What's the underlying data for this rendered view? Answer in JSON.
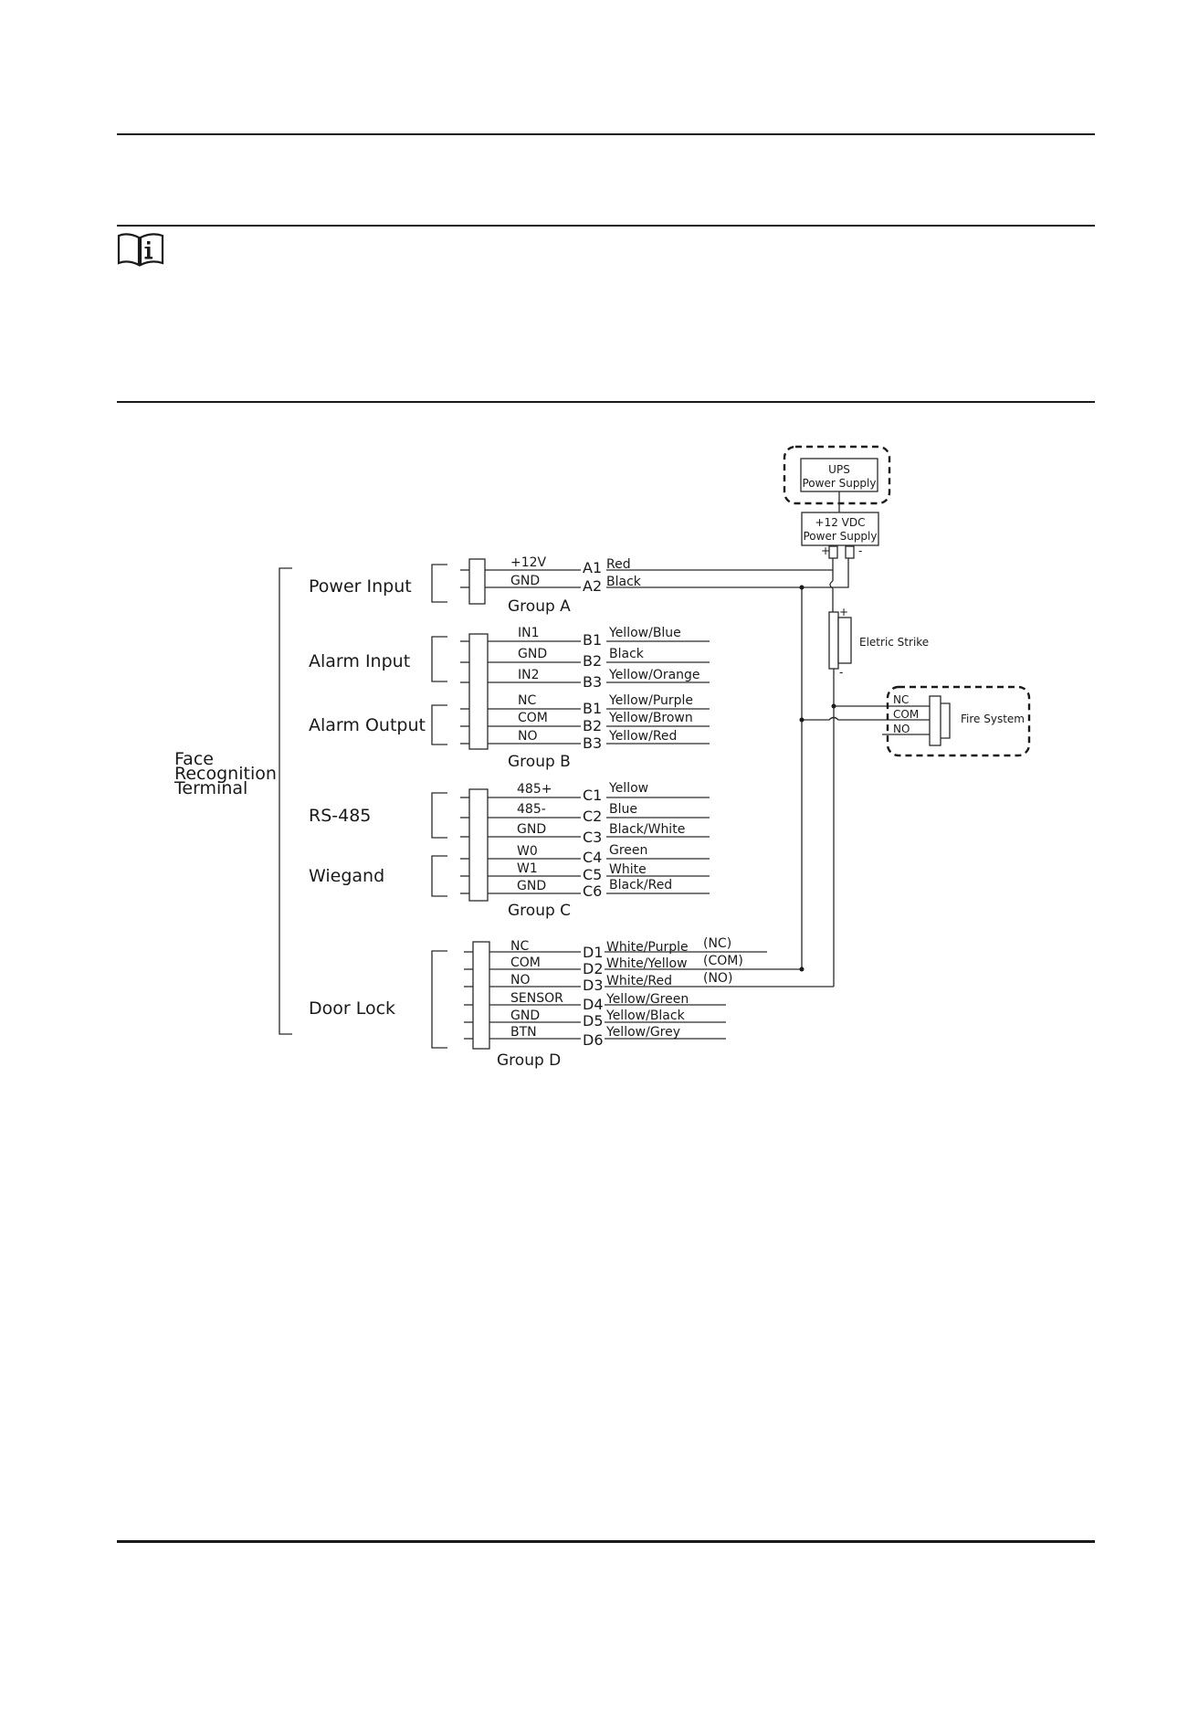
{
  "terminal": {
    "line1": "Face",
    "line2": "Recognition",
    "line3": "Terminal"
  },
  "categories": {
    "power_input": "Power Input",
    "alarm_input": "Alarm Input",
    "alarm_output": "Alarm Output",
    "rs485": "RS-485",
    "wiegand": "Wiegand",
    "door_lock": "Door Lock"
  },
  "groups": {
    "a": "Group A",
    "b": "Group B",
    "c": "Group C",
    "d": "Group D"
  },
  "pins": {
    "a": [
      {
        "signal": "+12V",
        "tag": "A1",
        "color": "Red"
      },
      {
        "signal": "GND",
        "tag": "A2",
        "color": "Black"
      }
    ],
    "b_input": [
      {
        "signal": "IN1",
        "tag": "B1",
        "color": "Yellow/Blue"
      },
      {
        "signal": "GND",
        "tag": "B2",
        "color": "Black"
      },
      {
        "signal": "IN2",
        "tag": "B3",
        "color": "Yellow/Orange"
      }
    ],
    "b_output": [
      {
        "signal": "NC",
        "tag": "B1",
        "color": "Yellow/Purple"
      },
      {
        "signal": "COM",
        "tag": "B2",
        "color": "Yellow/Brown"
      },
      {
        "signal": "NO",
        "tag": "B3",
        "color": "Yellow/Red"
      }
    ],
    "c": [
      {
        "signal": "485+",
        "tag": "C1",
        "color": "Yellow"
      },
      {
        "signal": "485-",
        "tag": "C2",
        "color": "Blue"
      },
      {
        "signal": "GND",
        "tag": "C3",
        "color": "Black/White"
      },
      {
        "signal": "W0",
        "tag": "C4",
        "color": "Green"
      },
      {
        "signal": "W1",
        "tag": "C5",
        "color": "White"
      },
      {
        "signal": "GND",
        "tag": "C6",
        "color": "Black/Red"
      }
    ],
    "d": [
      {
        "signal": "NC",
        "tag": "D1",
        "color": "White/Purple",
        "note": "(NC)"
      },
      {
        "signal": "COM",
        "tag": "D2",
        "color": "White/Yellow",
        "note": "(COM)"
      },
      {
        "signal": "NO",
        "tag": "D3",
        "color": "White/Red",
        "note": "(NO)"
      },
      {
        "signal": "SENSOR",
        "tag": "D4",
        "color": "Yellow/Green"
      },
      {
        "signal": "GND",
        "tag": "D5",
        "color": "Yellow/Black"
      },
      {
        "signal": "BTN",
        "tag": "D6",
        "color": "Yellow/Grey"
      }
    ]
  },
  "devices": {
    "ups": {
      "line1": "UPS",
      "line2": "Power Supply"
    },
    "psu": {
      "line1": "+12 VDC",
      "line2": "Power Supply",
      "plus": "+",
      "minus": "-"
    },
    "strike": {
      "label": "Eletric Strike",
      "plus": "+",
      "minus": "-"
    },
    "fire": {
      "label": "Fire System",
      "nc": "NC",
      "com": "COM",
      "no": "NO"
    }
  }
}
